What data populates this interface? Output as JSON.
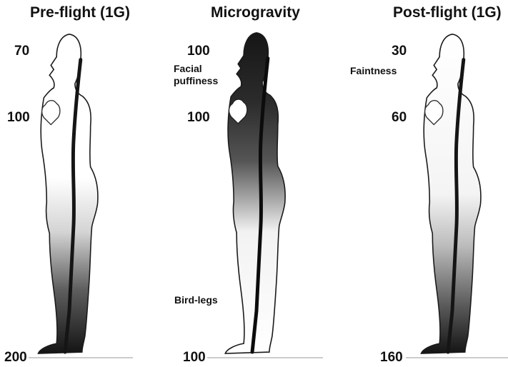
{
  "panels": [
    {
      "title": "Pre-flight (1G)",
      "values": {
        "head": "70",
        "chest": "100",
        "feet": "200"
      },
      "annotation": ""
    },
    {
      "title": "Microgravity",
      "values": {
        "head": "100",
        "chest": "100",
        "feet": "100"
      },
      "annotation": "Facial puffiness",
      "annotation_lines": [
        "Facial",
        "puffiness"
      ],
      "leg_annotation": "Bird-legs"
    },
    {
      "title": "Post-flight (1G)",
      "values": {
        "head": "30",
        "chest": "60",
        "feet": "160"
      },
      "annotation": "Faintness"
    }
  ],
  "colors": {
    "outline": "#1a1a1a",
    "fluid_dark": "#141414",
    "fluid_light": "#ffffff",
    "ground": "#bbbbbb"
  }
}
